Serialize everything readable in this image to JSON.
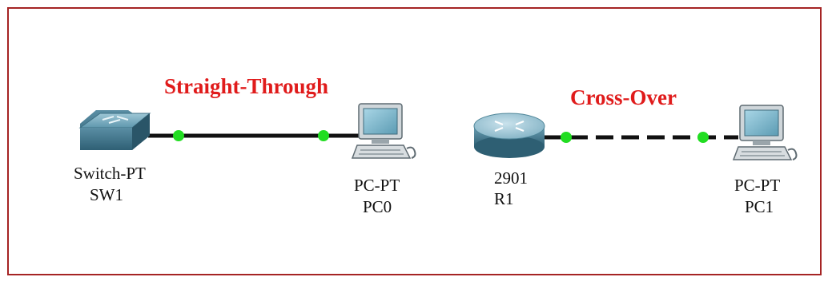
{
  "devices": {
    "sw1": {
      "model": "Switch-PT",
      "name": "SW1"
    },
    "pc0": {
      "model": "PC-PT",
      "name": "PC0"
    },
    "r1": {
      "model": "2901",
      "name": "R1"
    },
    "pc1": {
      "model": "PC-PT",
      "name": "PC1"
    }
  },
  "links": [
    {
      "label": "Straight-Through",
      "style": "solid"
    },
    {
      "label": "Cross-Over",
      "style": "dashed"
    }
  ],
  "colors": {
    "border": "#a52424",
    "cable_label": "#e01b1b",
    "link_end": "#22dd22",
    "cable": "#111111"
  }
}
